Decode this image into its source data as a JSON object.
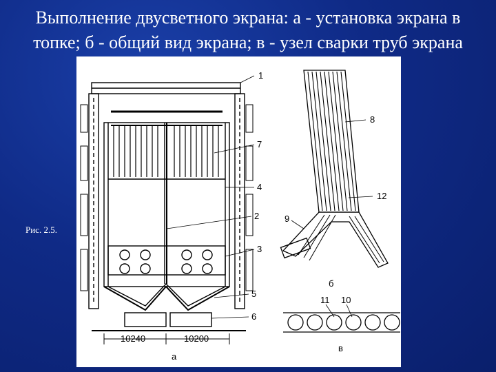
{
  "slide": {
    "title_line1": "Выполнение двусветного экрана: а - установка экрана в",
    "title_line2": "топке; б - общий вид экрана; в - узел сварки труб экрана",
    "figure_caption": "Рис. 2.5."
  },
  "figure": {
    "callouts": [
      "1",
      "7",
      "4",
      "2",
      "3",
      "5",
      "6",
      "8",
      "12",
      "9",
      "11",
      "10"
    ],
    "dimension_left": "10240",
    "dimension_right": "10200",
    "sublabel_a": "а",
    "sublabel_b": "б",
    "sublabel_v": "в"
  }
}
